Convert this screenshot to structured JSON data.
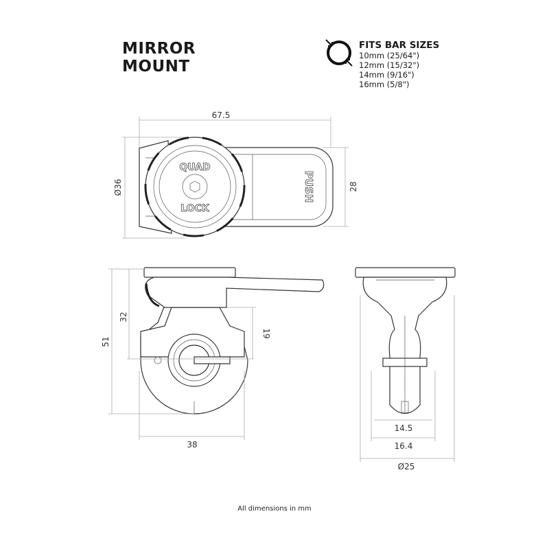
{
  "title": {
    "line1": "MIRROR",
    "line2": "MOUNT"
  },
  "fits": {
    "heading": "FITS BAR SIZES",
    "sizes": [
      "10mm (25/64\")",
      "12mm (15/32\")",
      "14mm (9/16\")",
      "16mm (5/8\")"
    ]
  },
  "top_view": {
    "length": "67.5",
    "diameter": "Ø36",
    "width": "28",
    "logo_top": "QUAD",
    "logo_bottom": "LOCK",
    "push": "PUSH"
  },
  "side_view": {
    "height": "51",
    "upper": "32",
    "bar_offset": "19",
    "width": "38"
  },
  "front_view": {
    "w1": "14.5",
    "w2": "16.4",
    "diameter": "Ø25"
  },
  "footer": "All dimensions in mm"
}
